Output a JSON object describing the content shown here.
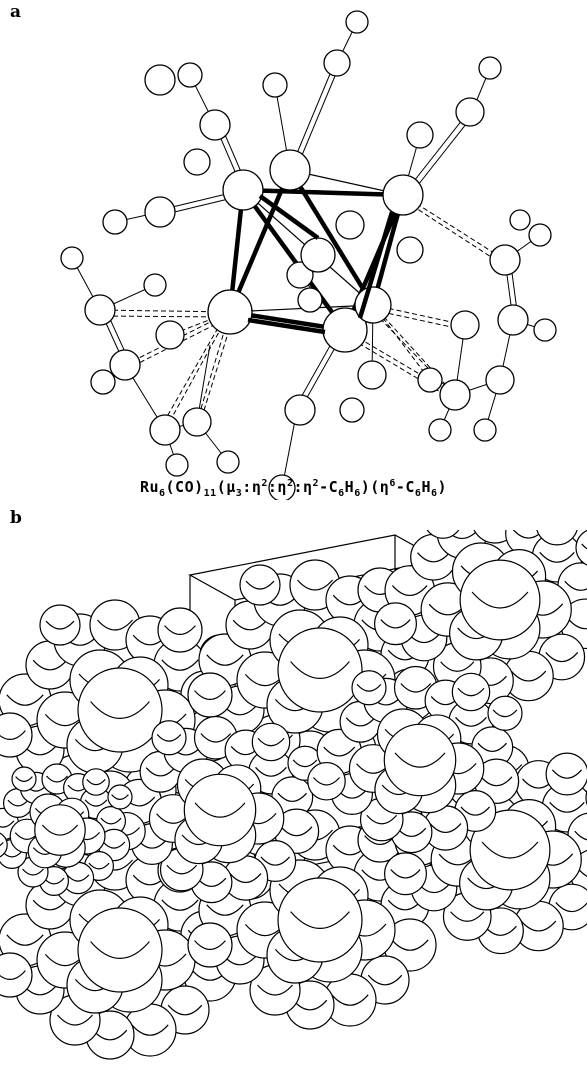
{
  "figure": {
    "panel_a_label": "a",
    "panel_b_label": "b",
    "caption_parts": {
      "p1": "Ru",
      "p1sub": "6",
      "p2": "(CO)",
      "p2sub": "11",
      "p3": "(μ",
      "p3sub": "3",
      "p4": ":η",
      "p4sup": "2",
      "p5": ":η",
      "p5sup": "2",
      "p6": ":η",
      "p6sup": "2",
      "p7": "-C",
      "p7sub": "6",
      "p8": "H",
      "p8sub": "6",
      "p9": ")(η",
      "p9sup": "6",
      "p10": "-C",
      "p10sub": "6",
      "p11": "H",
      "p11sub": "6",
      "p12": ")"
    }
  }
}
